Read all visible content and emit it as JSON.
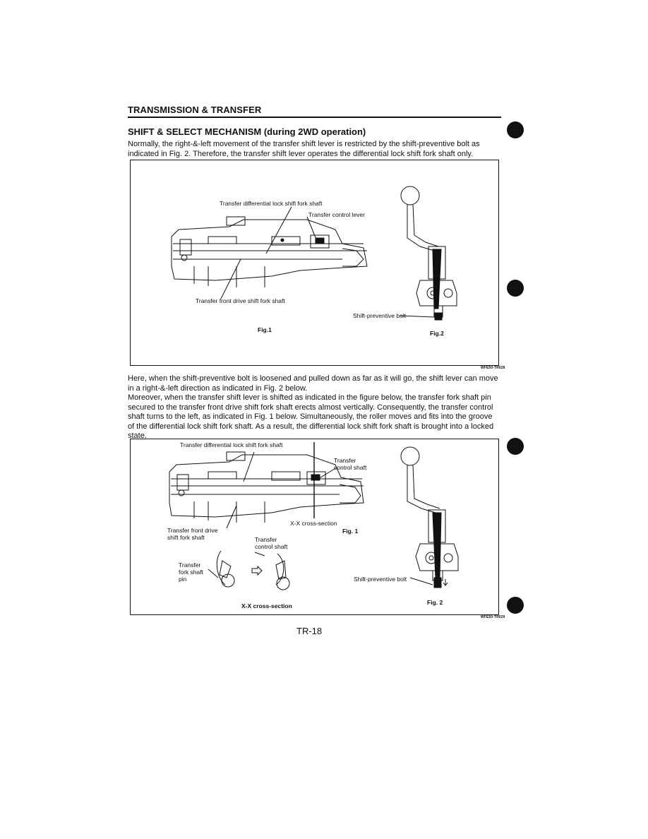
{
  "header": {
    "section": "TRANSMISSION & TRANSFER",
    "title": "SHIFT & SELECT MECHANISM (during 2WD operation)"
  },
  "intro": {
    "line1": "Normally, the right-&-left movement of the transfer shift lever is restricted by the shift-preventive bolt as",
    "line2": "indicated in Fig. 2. Therefore, the transfer shift lever operates the differential lock shift fork shaft only."
  },
  "figure1": {
    "label_diff_lock": "Transfer differential lock shift fork shaft",
    "label_control_lever": "Transfer control lever",
    "label_front_drive": "Transfer front drive shift fork shaft",
    "label_bolt": "Shift-preventive bolt",
    "fig1": "Fig.1",
    "fig2": "Fig.2",
    "code": "WFE50-TR028"
  },
  "body": {
    "lines": [
      "Here, when the shift-preventive bolt is loosened and pulled down as far as it will go, the shift lever can move",
      "in a right-&-left direction as indicated in Fig. 2 below.",
      "Moreover, when the transfer shift lever is shifted as indicated in the figure below, the transfer fork shaft pin",
      "secured to the transfer front drive shift fork shaft erects almost vertically. Consequently, the transfer control",
      "shaft turns to the left, as indicated in Fig. 1 below. Simultaneously, the roller moves and fits into the groove",
      "of the differential lock shift fork shaft. As a result, the differential lock shift fork shaft is brought into a locked",
      "state."
    ]
  },
  "figure2": {
    "label_diff_lock": "Transfer differential lock shift fork shaft",
    "label_transfer": "Transfer",
    "label_control_shaft": "control shaft",
    "label_xx_section": "X-X cross-section",
    "label_front_drive_1": "Transfer front drive",
    "label_front_drive_2": "shift fork shaft",
    "label_pin_1": "Transfer",
    "label_pin_2": "fork shaft",
    "label_pin_3": "pin",
    "label_xx_bold": "X-X cross-section",
    "label_bolt": "Shift-preventive bolt",
    "fig1": "Fig. 1",
    "fig2": "Fig. 2",
    "code": "WFE50-TR029"
  },
  "footer": {
    "page": "TR-18"
  }
}
